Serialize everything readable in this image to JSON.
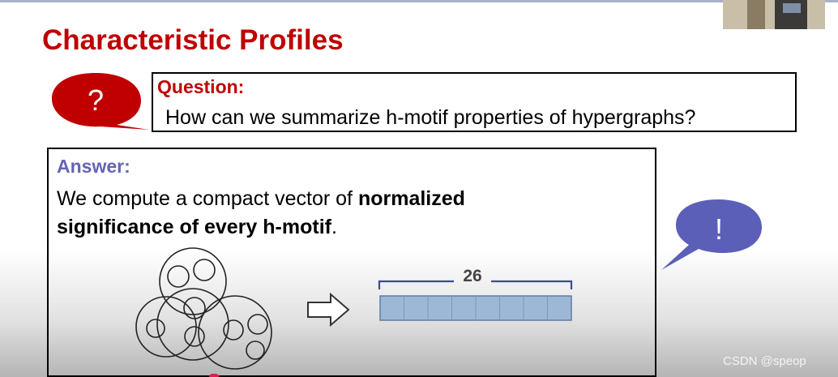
{
  "slide": {
    "title": "Characteristic Profiles",
    "question_mark": "?",
    "question_label": "Question:",
    "question_text": "How can we summarize h-motif properties of hypergraphs?",
    "answer_label": "Answer:",
    "answer_line1_plain": "We compute a compact vector of ",
    "answer_line1_bold": "normalized",
    "answer_line2_bold": "significance of every h-motif",
    "answer_line2_end": ".",
    "exclamation": "!",
    "vector_length_label": "26",
    "vector_cells": 8
  },
  "overlay": {
    "watermark": "CSDN @speop"
  },
  "colors": {
    "title": "#c00000",
    "question_bubble": "#c00000",
    "answer_label": "#6464b4",
    "answer_bubble": "#5b5fb8",
    "vector_fill": "#9cb8d6",
    "bracket": "#3b4d8c"
  }
}
